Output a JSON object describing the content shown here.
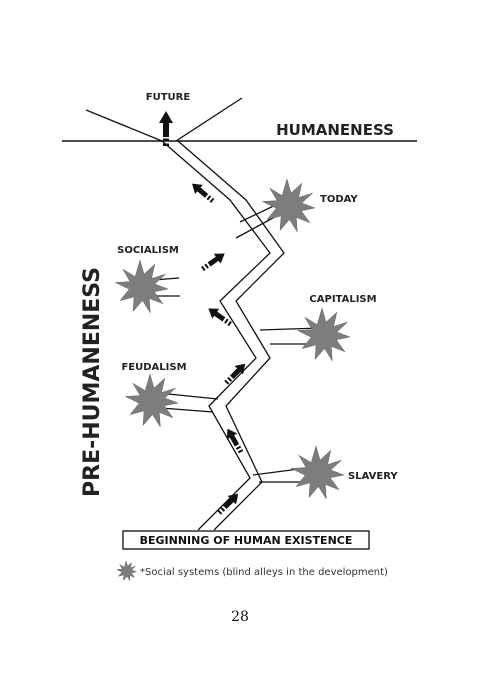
{
  "labels": {
    "future": "FUTURE",
    "humaneness": "HUMANENESS",
    "pre_humaneness": "PRE-HUMANENESS",
    "today": "TODAY",
    "socialism": "SOCIALISM",
    "capitalism": "CAPITALISM",
    "feudalism": "FEUDALISM",
    "slavery": "SLAVERY",
    "beginning": "BEGINNING OF HUMAN EXISTENCE"
  },
  "footnote": "*Social systems (blind alleys in the development)",
  "page_number": "28",
  "colors": {
    "star": "#7d7d7d",
    "line": "#111111"
  }
}
